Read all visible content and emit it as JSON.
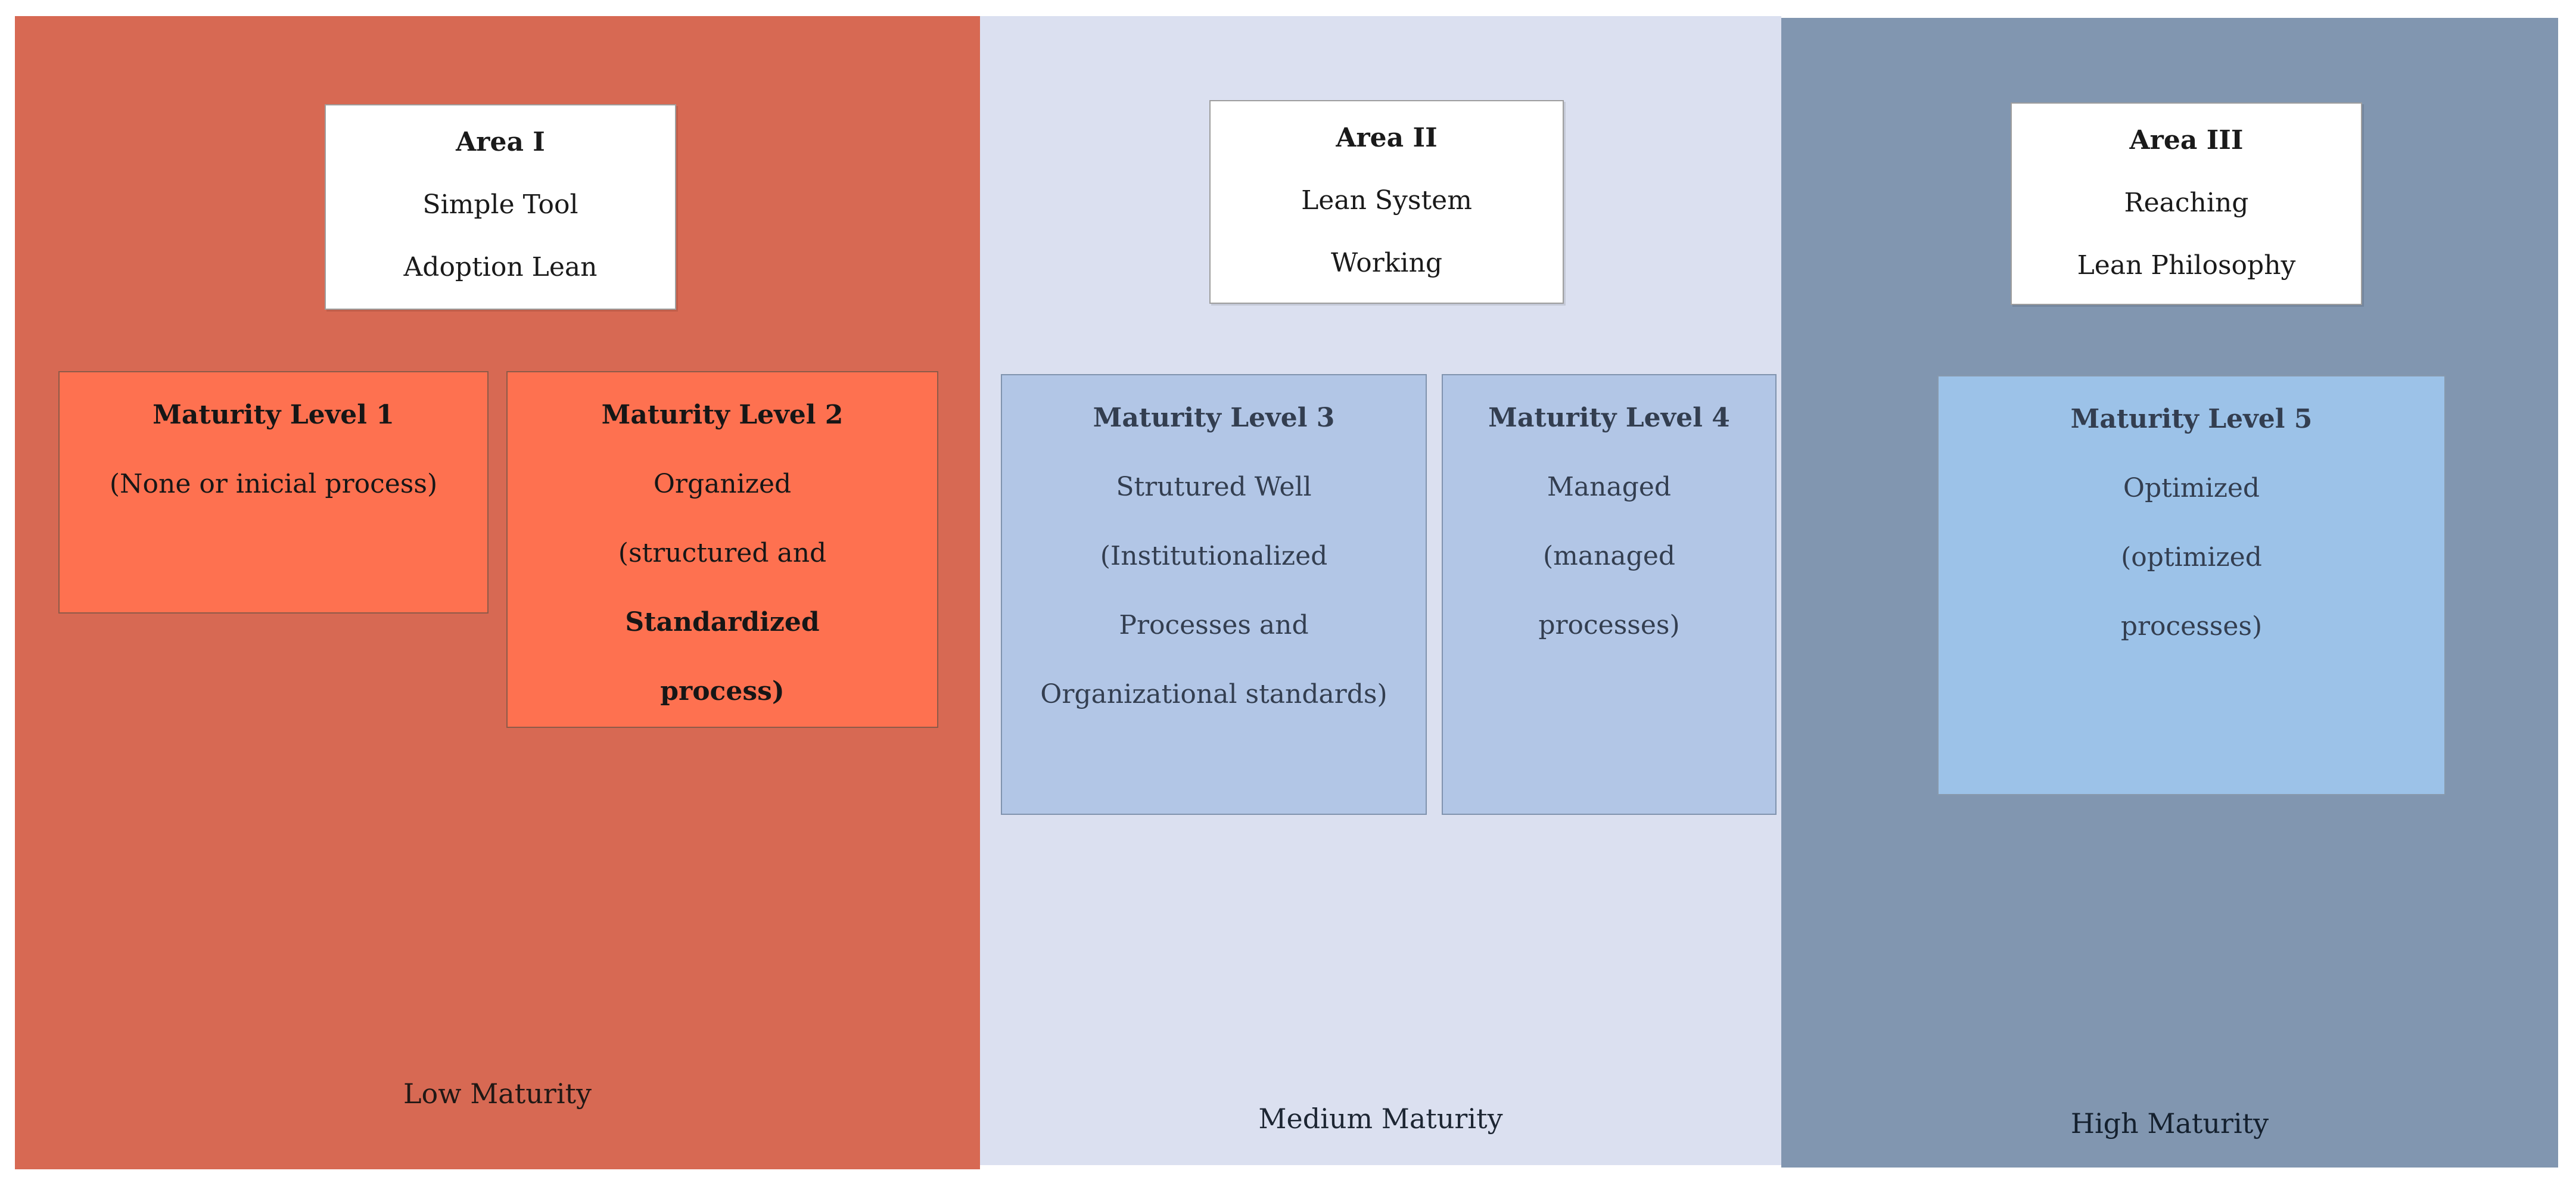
{
  "colors": {
    "canvas_bg": "#ffffff",
    "panel_low_bg": "#d76953",
    "panel_medium_bg": "#dbe0f0",
    "panel_high_bg": "#8196b0",
    "level_orange_bg": "#fe7150",
    "level_blue_bg": "#b2c6e6",
    "level_lightblue_bg": "#9cc2e8",
    "area_box_bg": "#ffffff"
  },
  "panels": [
    {
      "area_box": {
        "title": "Area I",
        "lines": [
          "Simple Tool",
          "Adoption Lean"
        ]
      },
      "levels": [
        {
          "title": "Maturity Level 1",
          "lines": [
            "(None or inicial process)"
          ]
        },
        {
          "title": "Maturity Level 2",
          "lines": [
            "Organized",
            "(structured and",
            "Standardized",
            "process)"
          ]
        }
      ],
      "maturity_label": "Low Maturity"
    },
    {
      "area_box": {
        "title": "Area II",
        "lines": [
          "Lean System",
          "Working"
        ]
      },
      "levels": [
        {
          "title": "Maturity Level 3",
          "lines": [
            "Strutured Well",
            "(Institutionalized",
            "Processes and",
            "Organizational standards)"
          ]
        },
        {
          "title": "Maturity Level 4",
          "lines": [
            "Managed",
            "(managed",
            "processes)"
          ]
        }
      ],
      "maturity_label": "Medium Maturity"
    },
    {
      "area_box": {
        "title": "Area III",
        "lines": [
          "Reaching",
          "Lean Philosophy"
        ]
      },
      "levels": [
        {
          "title": "Maturity Level 5",
          "lines": [
            "Optimized",
            "(optimized",
            "processes)"
          ]
        }
      ],
      "maturity_label": "High Maturity"
    }
  ]
}
